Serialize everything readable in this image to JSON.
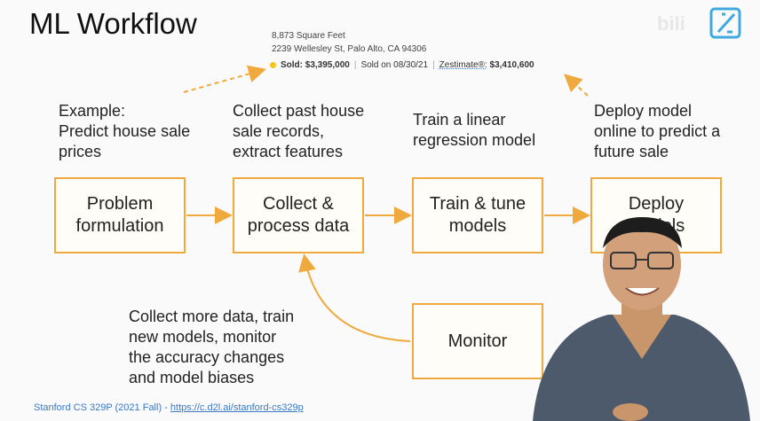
{
  "title": "ML Workflow",
  "listing": {
    "sqft": "8,873 Square Feet",
    "address": "2239 Wellesley St, Palo Alto, CA 94306",
    "sold_label": "Sold: $3,395,000",
    "sold_date": "Sold on 08/30/21",
    "zestimate_label": "Zestimate®:",
    "zestimate_value": "$3,410,600"
  },
  "descriptions": {
    "problem": "Example:\nPredict house sale\nprices",
    "collect": "Collect past house\nsale records,\nextract features",
    "train": "Train a linear\nregression model",
    "deploy": "Deploy model\nonline to predict a\nfuture sale",
    "monitor": "Collect more data, train\nnew models, monitor\nthe accuracy changes\nand model biases"
  },
  "boxes": {
    "problem": "Problem\nformulation",
    "collect": "Collect &\nprocess data",
    "train": "Train & tune\nmodels",
    "deploy": "Deploy\nmodels",
    "monitor": "Monitor"
  },
  "footer": {
    "source": "Stanford CS 329P (2021 Fall) - ",
    "link": "https://c.d2l.ai/stanford-cs329p"
  },
  "colors": {
    "accent": "#f0a93d",
    "link": "#3a78c2"
  }
}
